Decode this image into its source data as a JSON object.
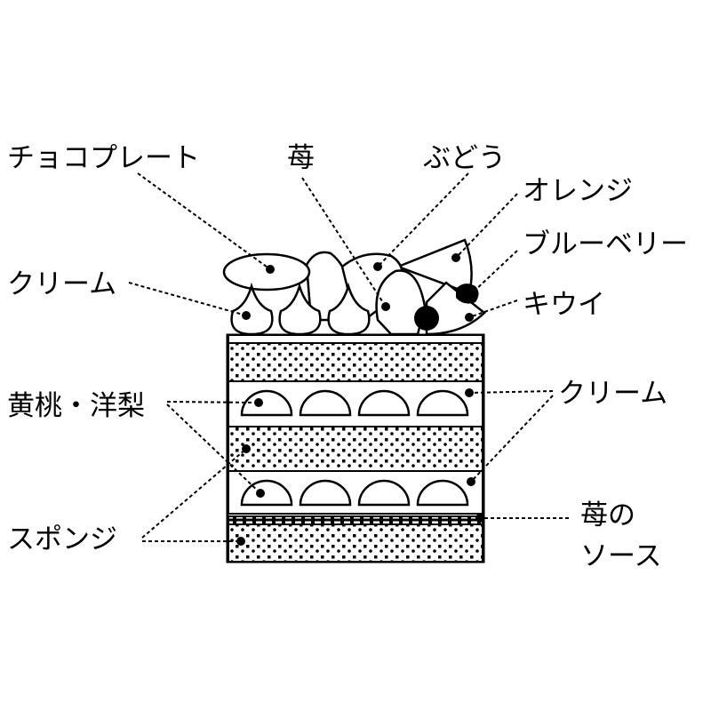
{
  "labels": {
    "choco_plate": "チョコプレート",
    "strawberry": "苺",
    "grape": "ぶどう",
    "orange": "オレンジ",
    "blueberry": "ブルーベリー",
    "kiwi": "キウイ",
    "cream_top": "クリーム",
    "peach_pear": "黄桃・洋梨",
    "cream_layers": "クリーム",
    "sponge": "スポンジ",
    "strawberry_sauce_line1": "苺の",
    "strawberry_sauce_line2": "ソース"
  }
}
